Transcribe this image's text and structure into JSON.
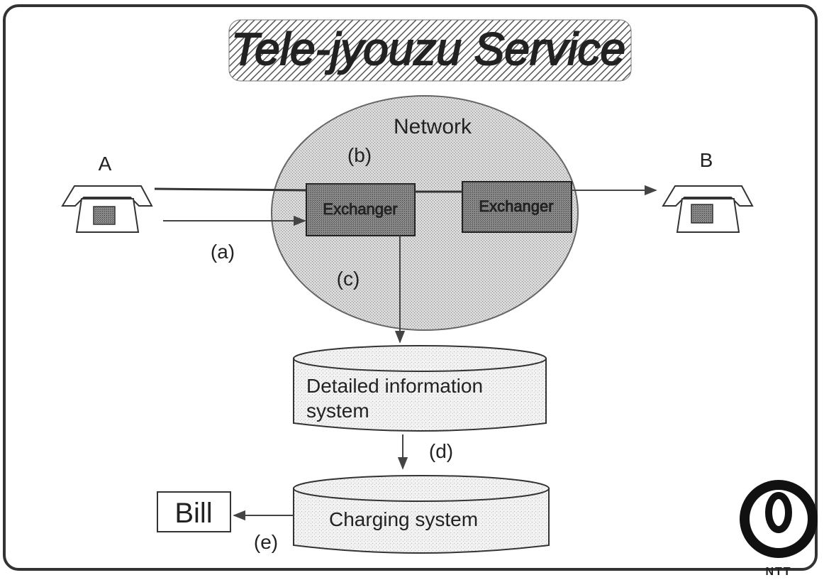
{
  "title": "Tele-jyouzu Service",
  "network_label": "Network",
  "phone_a_label": "A",
  "phone_b_label": "B",
  "exchanger_1": "Exchanger",
  "exchanger_2": "Exchanger",
  "detail_system_line1": "Detailed information",
  "detail_system_line2": "system",
  "charging_system": "Charging system",
  "bill": "Bill",
  "step_a": "(a)",
  "step_b": "(b)",
  "step_c": "(c)",
  "step_d": "(d)",
  "step_e": "(e)",
  "logo_text": "NTT"
}
